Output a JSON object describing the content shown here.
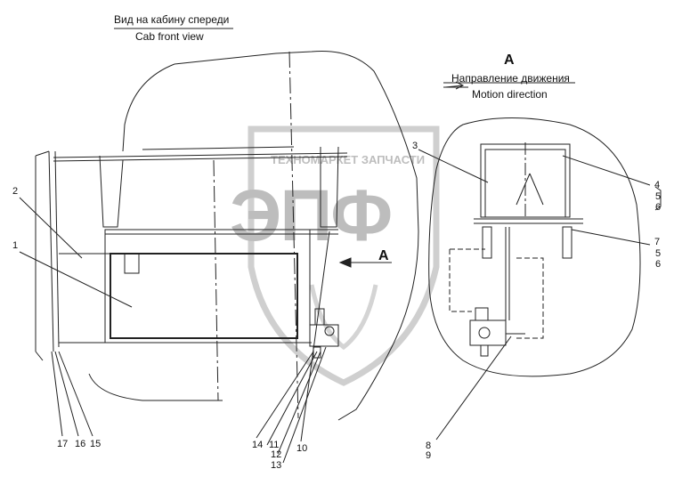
{
  "titles": {
    "main_ru": "Вид на кабину спереди",
    "main_en": "Cab front view",
    "view_letter": "A",
    "view_marker": "A",
    "direction_ru": "Направление движения",
    "direction_en": "Motion direction"
  },
  "watermark": {
    "text": "ТЕХНОМАРКЕТ ЗАПЧАСТИ",
    "logo": "ЭПФ",
    "color": "#bdbdbd"
  },
  "callouts": {
    "c1": "1",
    "c2": "2",
    "c3": "3",
    "c4": "4",
    "c5": "5",
    "c6": "6",
    "c7": "7",
    "c5b": "5",
    "c6b": "6",
    "c8": "8",
    "c9": "9",
    "c10": "10",
    "c11": "11",
    "c12": "12",
    "c13": "13",
    "c14": "14",
    "c15": "15",
    "c16": "16",
    "c17": "17"
  }
}
